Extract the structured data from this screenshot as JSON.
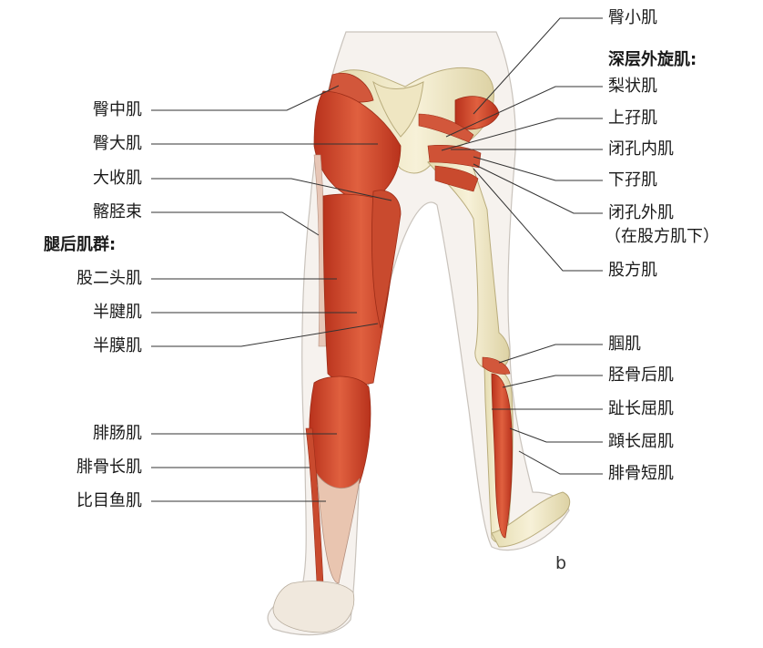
{
  "left_labels": {
    "gluteus_medius": "臀中肌",
    "gluteus_maximus": "臀大肌",
    "adductor_magnus": "大收肌",
    "iliotibial_tract": "髂胫束",
    "hamstring_group": "腿后肌群:",
    "biceps_femoris": "股二头肌",
    "semitendinosus": "半腱肌",
    "semimembranosus": "半膜肌",
    "gastrocnemius": "腓肠肌",
    "peroneus_longus": "腓骨长肌",
    "soleus": "比目鱼肌"
  },
  "right_labels": {
    "gluteus_minimus": "臀小肌",
    "deep_rotators": "深层外旋肌:",
    "piriformis": "梨状肌",
    "superior_gemellus": "上孖肌",
    "obturator_internus": "闭孔内肌",
    "inferior_gemellus": "下孖肌",
    "obturator_externus": "闭孔外肌",
    "obturator_externus_note": "（在股方肌下）",
    "quadratus_femoris": "股方肌",
    "popliteus": "腘肌",
    "tibialis_posterior": "胫骨后肌",
    "flexor_digitorum_longus": "趾长屈肌",
    "flexor_hallucis_longus": "蹞长屈肌",
    "peroneus_brevis": "腓骨短肌"
  },
  "panel_letter": "b"
}
